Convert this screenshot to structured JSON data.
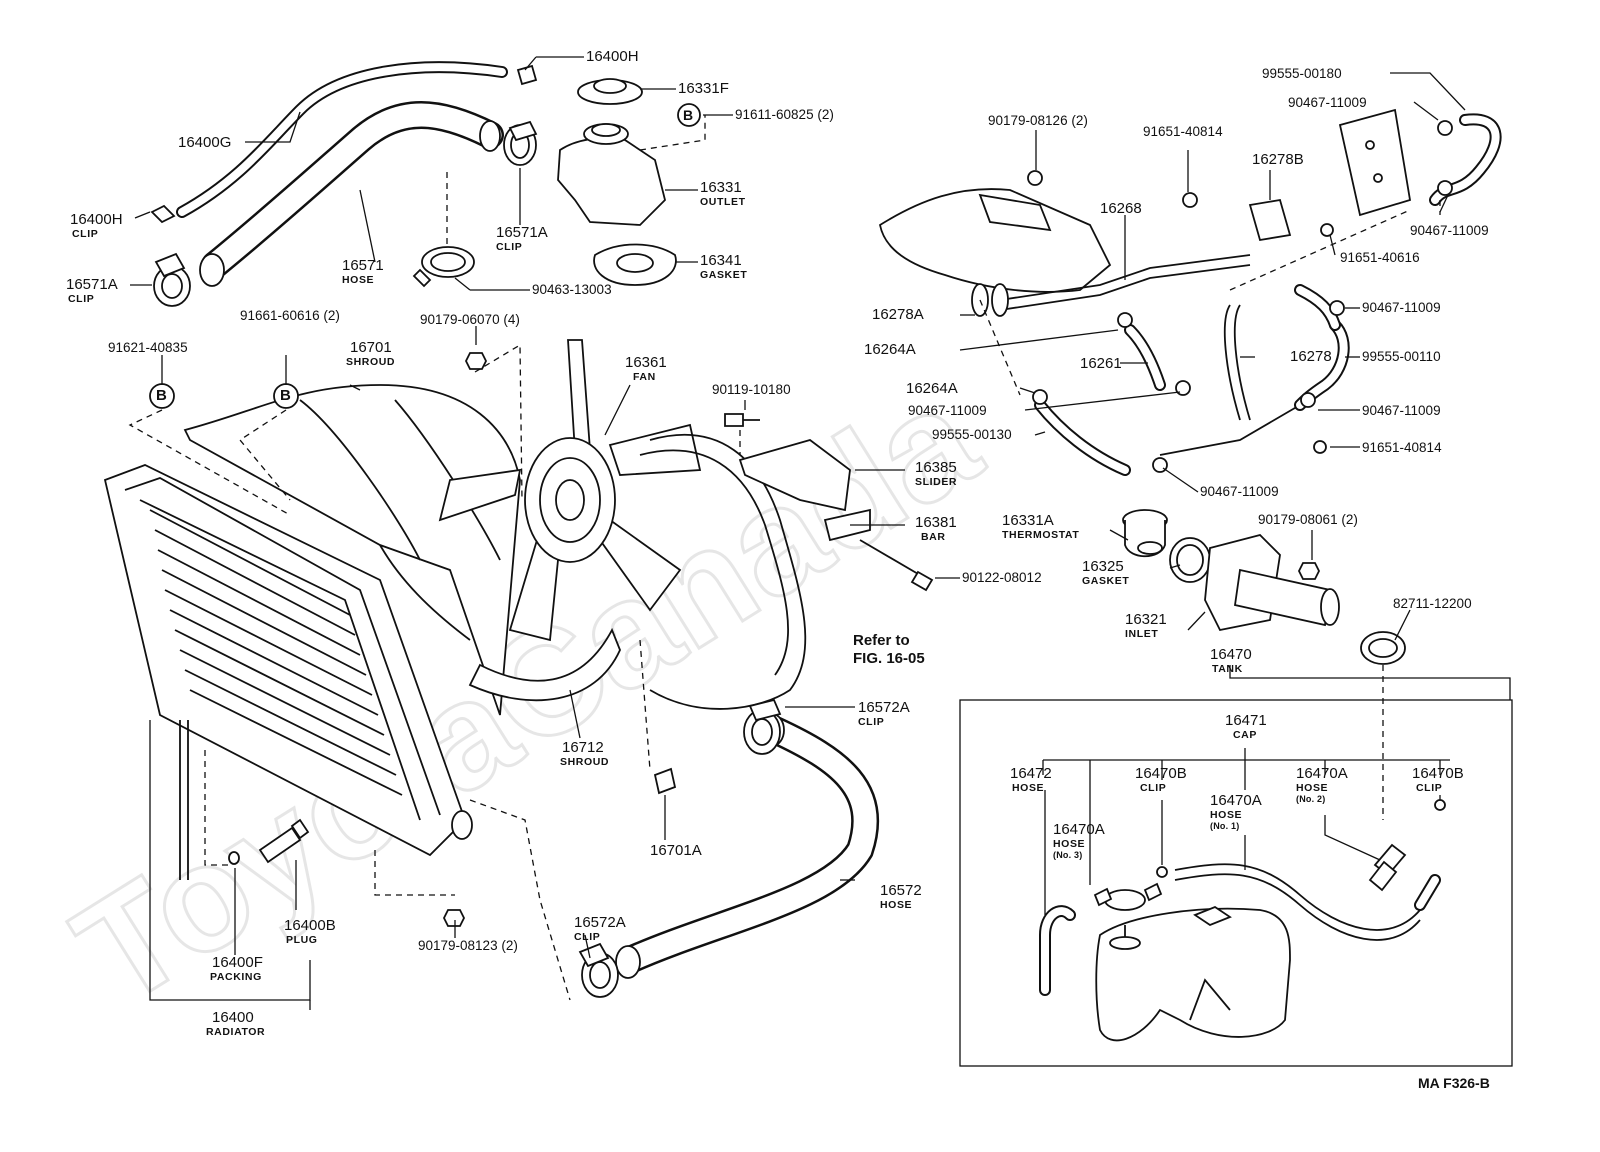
{
  "watermark": "ToyotaCanada",
  "figure_code": "MA F326-B",
  "reference_note": {
    "line1": "Refer to",
    "line2": "FIG. 16-05"
  },
  "circle_marker": "B",
  "labels": {
    "p16400H_top": "16400H",
    "p16331F": "16331F",
    "p91611_60825": "91611-60825 (2)",
    "p16400G": "16400G",
    "p16331": "16331",
    "p16331_sub": "OUTLET",
    "p16400H": "16400H",
    "p16400H_sub": "CLIP",
    "p16571A_mid": "16571A",
    "p16571A_mid_sub": "CLIP",
    "p16571": "16571",
    "p16571_sub": "HOSE",
    "p16341": "16341",
    "p16341_sub": "GASKET",
    "p16571A_left": "16571A",
    "p16571A_left_sub": "CLIP",
    "p90463_13003": "90463-13003",
    "p91661_60616": "91661-60616 (2)",
    "p90179_06070": "90179-06070 (4)",
    "p91621_40835": "91621-40835",
    "p16701": "16701",
    "p16701_sub": "SHROUD",
    "p16361": "16361",
    "p16361_sub": "FAN",
    "p90119_10180": "90119-10180",
    "p16385": "16385",
    "p16385_sub": "SLIDER",
    "p16381": "16381",
    "p16381_sub": "BAR",
    "p90122_08012": "90122-08012",
    "p16572A_top": "16572A",
    "p16572A_top_sub": "CLIP",
    "p16712": "16712",
    "p16712_sub": "SHROUD",
    "p16701A": "16701A",
    "p16572": "16572",
    "p16572_sub": "HOSE",
    "p16572A_bottom": "16572A",
    "p16572A_bottom_sub": "CLIP",
    "p16400B": "16400B",
    "p16400B_sub": "PLUG",
    "p16400F": "16400F",
    "p16400F_sub": "PACKING",
    "p16400": "16400",
    "p16400_sub": "RADIATOR",
    "p90179_08123": "90179-08123 (2)",
    "p99555_00180": "99555-00180",
    "p90467_11009_a": "90467-11009",
    "p90179_08126": "90179-08126 (2)",
    "p91651_40814_top": "91651-40814",
    "p16278B": "16278B",
    "p16268": "16268",
    "p90467_11009_b": "90467-11009",
    "p91651_40616": "91651-40616",
    "p16278A": "16278A",
    "p90467_11009_c": "90467-11009",
    "p16264A_a": "16264A",
    "p16261": "16261",
    "p16278": "16278",
    "p99555_00110": "99555-00110",
    "p16264A_b": "16264A",
    "p90467_11009_d": "90467-11009",
    "p90467_11009_e": "90467-11009",
    "p99555_00130": "99555-00130",
    "p91651_40814_bottom": "91651-40814",
    "p90467_11009_f": "90467-11009",
    "p16331A": "16331A",
    "p16331A_sub": "THERMOSTAT",
    "p90179_08061": "90179-08061 (2)",
    "p16325": "16325",
    "p16325_sub": "GASKET",
    "p82711_12200": "82711-12200",
    "p16321": "16321",
    "p16321_sub": "INLET",
    "p16470": "16470",
    "p16470_sub": "TANK",
    "p16471": "16471",
    "p16471_sub": "CAP",
    "p16472": "16472",
    "p16472_sub": "HOSE",
    "p16470B_a": "16470B",
    "p16470B_a_sub": "CLIP",
    "p16470A_no2": "16470A",
    "p16470A_no2_sub": "HOSE",
    "p16470A_no2_sub2": "(No. 2)",
    "p16470B_b": "16470B",
    "p16470B_b_sub": "CLIP",
    "p16470A_no1": "16470A",
    "p16470A_no1_sub": "HOSE",
    "p16470A_no1_sub2": "(No. 1)",
    "p16470A_no3": "16470A",
    "p16470A_no3_sub": "HOSE",
    "p16470A_no3_sub2": "(No. 3)"
  }
}
